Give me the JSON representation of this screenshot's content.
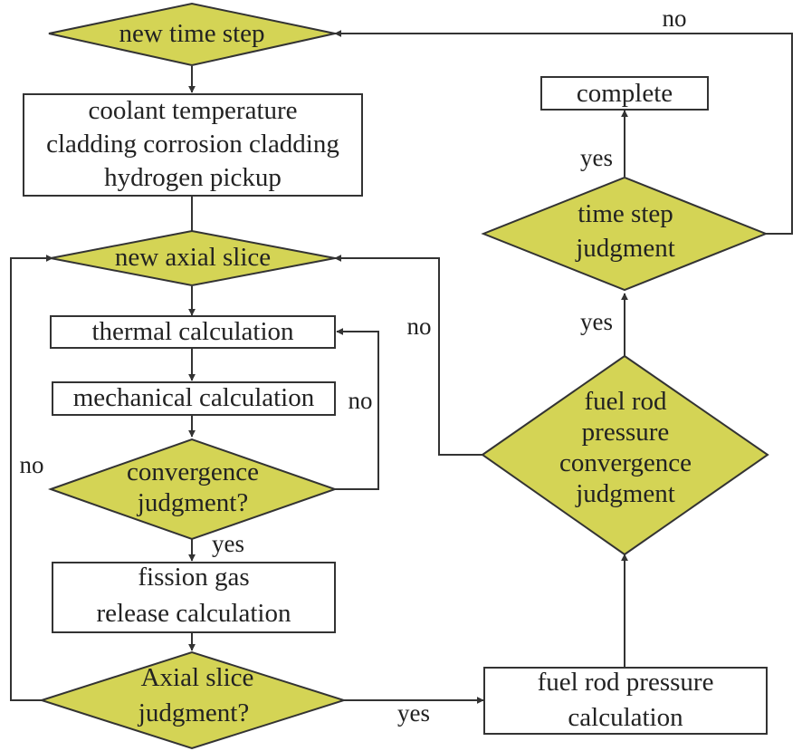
{
  "colors": {
    "decision_fill": "#d4d455",
    "stroke": "#333333",
    "text": "#222222"
  },
  "nodes": {
    "new_time_step": "new time step",
    "coolant_1": "coolant temperature",
    "coolant_2": "cladding corrosion cladding",
    "coolant_3": "hydrogen pickup",
    "new_axial_slice": "new axial slice",
    "thermal": "thermal calculation",
    "mechanical": "mechanical calculation",
    "convergence_1": "convergence",
    "convergence_2": "judgment?",
    "fission_1": "fission gas",
    "fission_2": "release calculation",
    "axial_1": "Axial slice",
    "axial_2": "judgment?",
    "pressure_calc_1": "fuel rod pressure",
    "pressure_calc_2": "calculation",
    "pressure_conv_1": "fuel rod",
    "pressure_conv_2": "pressure",
    "pressure_conv_3": "convergence",
    "pressure_conv_4": "judgment",
    "time_judg_1": "time step",
    "time_judg_2": "judgment",
    "complete": "complete"
  },
  "edge_labels": {
    "time_no": "no",
    "complete_yes": "yes",
    "time_yes": "yes",
    "pressure_no": "no",
    "convergence_no": "no",
    "axial_no": "no",
    "convergence_yes": "yes",
    "axial_yes": "yes"
  }
}
